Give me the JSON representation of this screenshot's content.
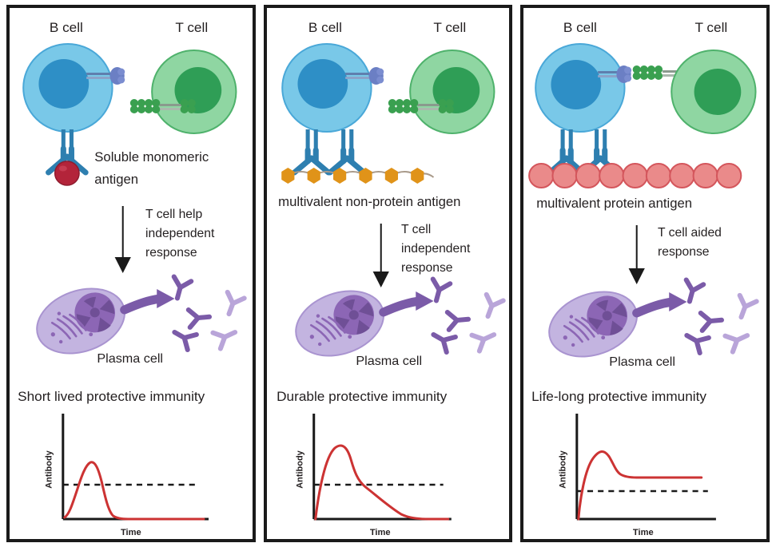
{
  "figure": {
    "title": "B cell activation and antibody response outcomes",
    "panel_count": 3
  },
  "colors": {
    "b_cell_fill": "#79c8e8",
    "b_cell_stroke": "#4aa8d8",
    "b_cell_nucleus": "#2e8fc6",
    "t_cell_fill": "#8fd6a2",
    "t_cell_stroke": "#4fb26c",
    "t_cell_nucleus": "#2f9e56",
    "bcr_blue": "#2e7fb0",
    "mhc_blue": "#6b7fc4",
    "tcr_green": "#3aa050",
    "antigen_red_sphere": "#b3243a",
    "antigen_hexagon_orange": "#e09319",
    "antigen_circle_pink": "#ea8a8a",
    "antigen_circle_pink_stroke": "#d4565c",
    "plasma_cell_fill": "#c3b4e0",
    "plasma_cell_nucleus": "#8c66b5",
    "antibody_purple_dark": "#7b5ba8",
    "antibody_purple_light": "#b9a5d9",
    "arrow_purple": "#7b5ba8",
    "curve_red": "#cc3333",
    "axis_black": "#1a1a1a",
    "panel_border": "#1a1a1a",
    "text": "#231f20"
  },
  "panels": [
    {
      "id": "panel-soluble-monomeric",
      "b_cell_label": "B cell",
      "t_cell_label": "T cell",
      "antigen_label": "Soluble monomeric\nantigen",
      "antigen_label_line1": "Soluble monomeric",
      "antigen_label_line2": "antigen",
      "antigen_type": "soluble-monomeric-sphere",
      "antigen_count": 1,
      "bcr_count": 1,
      "t_cell_engaged": false,
      "arrow_label_lines": [
        "T cell help",
        "independent",
        "response"
      ],
      "plasma_cell_label": "Plasma cell",
      "antibody_count": 5,
      "immunity_label": "Short lived protective immunity",
      "chart": {
        "type": "line",
        "title": "Short lived protective immunity",
        "xlabel": "Time",
        "ylabel": "Antibody",
        "xlim": [
          0,
          100
        ],
        "ylim": [
          0,
          100
        ],
        "grid": false,
        "threshold": 33,
        "threshold_style": "dashed",
        "series": [
          {
            "name": "Antibody titre",
            "points": [
              [
                2,
                2
              ],
              [
                8,
                10
              ],
              [
                14,
                34
              ],
              [
                20,
                52
              ],
              [
                26,
                55
              ],
              [
                31,
                44
              ],
              [
                35,
                22
              ],
              [
                39,
                7
              ],
              [
                44,
                2
              ],
              [
                55,
                1
              ],
              [
                75,
                1
              ],
              [
                95,
                1
              ]
            ]
          }
        ]
      }
    },
    {
      "id": "panel-multivalent-non-protein",
      "b_cell_label": "B cell",
      "t_cell_label": "T cell",
      "antigen_label": "multivalent non-protein antigen",
      "antigen_label_line1": "multivalent non-protein antigen",
      "antigen_label_line2": "",
      "antigen_type": "multivalent-hexagon-chain",
      "antigen_count": 6,
      "bcr_count": 2,
      "t_cell_engaged": false,
      "arrow_label_lines": [
        "T cell",
        "independent",
        "response"
      ],
      "plasma_cell_label": "Plasma cell",
      "antibody_count": 5,
      "immunity_label": "Durable protective immunity",
      "chart": {
        "type": "line",
        "title": "Durable protective immunity",
        "xlabel": "Time",
        "ylabel": "Antibody",
        "xlim": [
          0,
          100
        ],
        "ylim": [
          0,
          100
        ],
        "grid": false,
        "threshold": 33,
        "threshold_style": "dashed",
        "series": [
          {
            "name": "Antibody titre",
            "points": [
              [
                2,
                2
              ],
              [
                7,
                40
              ],
              [
                12,
                72
              ],
              [
                17,
                83
              ],
              [
                22,
                84
              ],
              [
                27,
                74
              ],
              [
                32,
                64
              ],
              [
                40,
                55
              ],
              [
                50,
                44
              ],
              [
                58,
                35
              ],
              [
                66,
                24
              ],
              [
                74,
                12
              ],
              [
                82,
                4
              ],
              [
                88,
                2
              ],
              [
                95,
                2
              ]
            ]
          }
        ]
      }
    },
    {
      "id": "panel-multivalent-protein",
      "b_cell_label": "B cell",
      "t_cell_label": "T cell",
      "antigen_label": "multivalent protein antigen",
      "antigen_label_line1": "multivalent protein antigen",
      "antigen_label_line2": "",
      "antigen_type": "multivalent-circle-chain",
      "antigen_count": 9,
      "bcr_count": 2,
      "t_cell_engaged": true,
      "arrow_label_lines": [
        "T cell aided",
        "response"
      ],
      "plasma_cell_label": "Plasma cell",
      "antibody_count": 5,
      "immunity_label": "Life-long protective immunity",
      "chart": {
        "type": "line",
        "title": "Life-long protective immunity",
        "xlabel": "Time",
        "ylabel": "Antibody",
        "xlim": [
          0,
          100
        ],
        "ylim": [
          0,
          100
        ],
        "grid": false,
        "threshold": 22,
        "threshold_style": "dashed",
        "series": [
          {
            "name": "Antibody titre",
            "points": [
              [
                2,
                2
              ],
              [
                8,
                40
              ],
              [
                14,
                70
              ],
              [
                20,
                79
              ],
              [
                26,
                76
              ],
              [
                31,
                66
              ],
              [
                36,
                60
              ],
              [
                42,
                58
              ],
              [
                55,
                58
              ],
              [
                70,
                58
              ],
              [
                85,
                58
              ],
              [
                95,
                58
              ]
            ]
          }
        ]
      }
    }
  ]
}
